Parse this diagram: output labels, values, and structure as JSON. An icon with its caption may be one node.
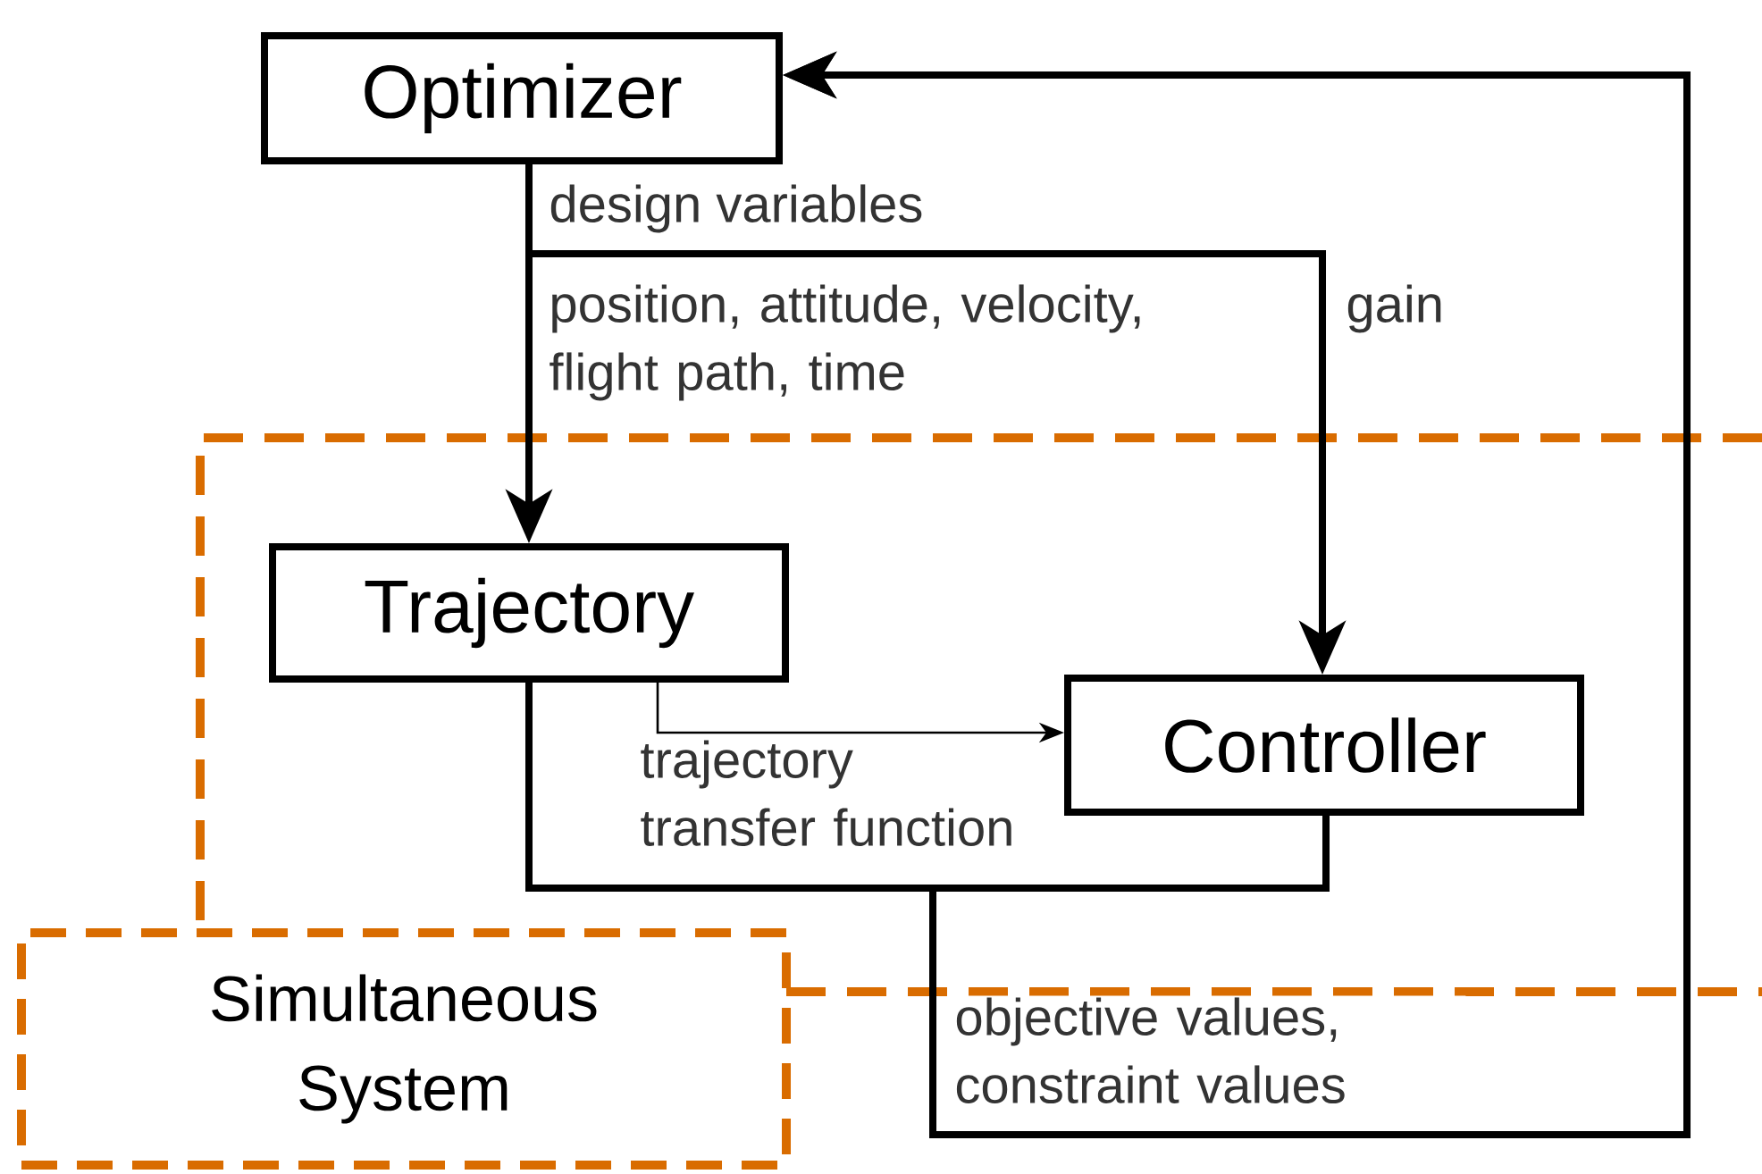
{
  "diagram": {
    "nodes": [
      {
        "text": [
          "Optimizer"
        ]
      },
      {
        "text": [
          "Trajectory"
        ]
      },
      {
        "text": [
          "Controller"
        ]
      },
      {
        "text": [
          "Simultaneous System"
        ]
      }
    ],
    "edges": [
      {
        "from": 0,
        "to": 1,
        "arrow": "to",
        "label": "position, attitude, velocity, flight path, time"
      },
      {
        "from": 0,
        "to": 2,
        "arrow": "to",
        "label": "gain"
      },
      {
        "from": 1,
        "to": 2,
        "arrow": "to",
        "label": "trajectory transfer function"
      },
      {
        "from": 1,
        "to": 0,
        "arrow": "to",
        "label": "objective values, constraint values"
      },
      {
        "from": 2,
        "to": 0,
        "arrow": "to"
      }
    ],
    "labels": [
      "design variables"
    ]
  }
}
